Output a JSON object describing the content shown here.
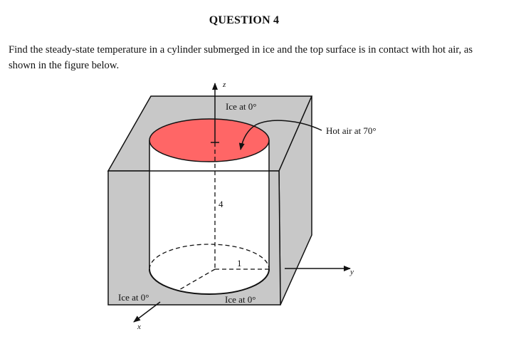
{
  "document": {
    "title": "QUESTION 4",
    "paragraph": "Find the steady-state temperature in a cylinder submerged in ice and the top surface is in contact with hot air, as shown in the figure below."
  },
  "figure": {
    "labels": {
      "z_axis": "z",
      "x_axis": "x",
      "y_axis": "y",
      "ice_top": "Ice at 0°",
      "hot_air": "Hot air at 70°",
      "ice_bottom_left": "Ice at 0°",
      "ice_bottom_right": "Ice at 0°",
      "height": "4",
      "radius": "1"
    },
    "colors": {
      "ice_fill": "#c8c8c8",
      "hot_surface": "#ff6666",
      "stroke": "#111111"
    }
  }
}
